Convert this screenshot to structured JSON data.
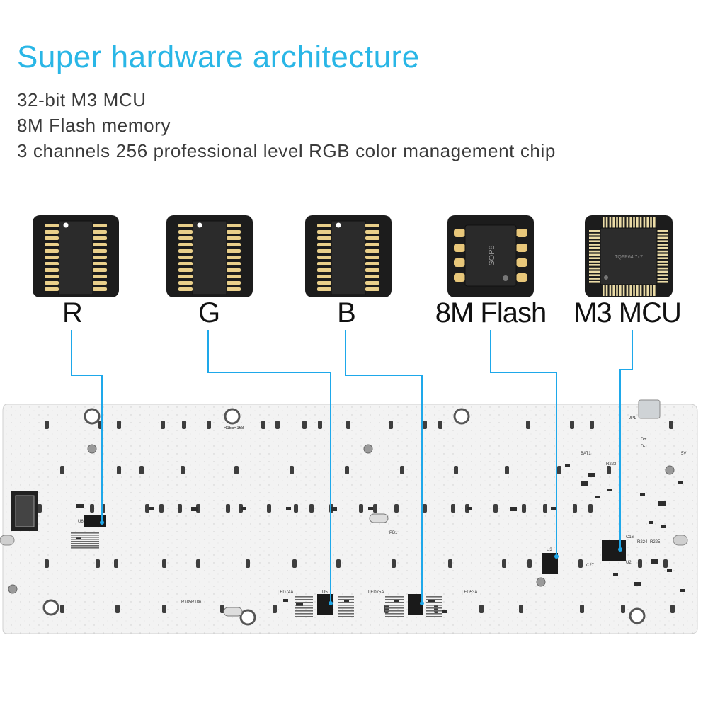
{
  "header": {
    "title": "Super hardware architecture",
    "features": [
      "32-bit M3 MCU",
      "8M Flash memory",
      "3 channels 256 professional level RGB color management chip"
    ]
  },
  "chips": [
    {
      "label": "R",
      "package": "sop"
    },
    {
      "label": "G",
      "package": "sop"
    },
    {
      "label": "B",
      "package": "sop"
    },
    {
      "label": "8M Flash",
      "package": "sop8",
      "package_text": "SOP8"
    },
    {
      "label": "M3 MCU",
      "package": "tqfp",
      "package_text": "TQFP64 7x7"
    }
  ],
  "board": {
    "component_text": [
      "LED74A",
      "LED75A",
      "LED53A",
      "U5",
      "U6",
      "U3",
      "U2",
      "PB1",
      "BAT1",
      "JP1",
      "5V",
      "D+",
      "D-",
      "R223",
      "R224",
      "R225",
      "C16",
      "C27",
      "R185",
      "R186",
      "R155",
      "R168"
    ]
  },
  "colors": {
    "accent": "#29b6e6",
    "line": "#1ea8ea",
    "chip_bg": "#1c1c1c",
    "pcb": "#f2f2f2"
  }
}
